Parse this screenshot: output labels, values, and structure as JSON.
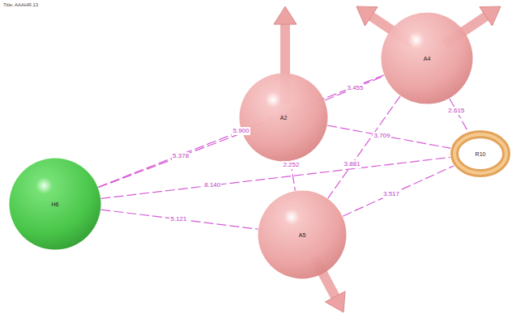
{
  "diagram": {
    "title": "Title: AAAHR.13",
    "nodes": [
      {
        "text": [
          "H6"
        ]
      },
      {
        "text": [
          "A2"
        ]
      },
      {
        "text": [
          "A4"
        ]
      },
      {
        "text": [
          "A5"
        ]
      },
      {
        "text": [
          "R10"
        ]
      }
    ],
    "edges": [
      {
        "from": 0,
        "to": 1,
        "arrow": "none",
        "label": "5.378"
      },
      {
        "from": 0,
        "to": 2,
        "arrow": "none",
        "label": "5.900"
      },
      {
        "from": 0,
        "to": 4,
        "arrow": "none",
        "label": "8.140"
      },
      {
        "from": 0,
        "to": 3,
        "arrow": "none",
        "label": "5.121"
      },
      {
        "from": 1,
        "to": 2,
        "arrow": "none",
        "label": "3.455"
      },
      {
        "from": 1,
        "to": 4,
        "arrow": "none",
        "label": "3.709"
      },
      {
        "from": 1,
        "to": 3,
        "arrow": "none",
        "label": "2.252"
      },
      {
        "from": 2,
        "to": 4,
        "arrow": "none",
        "label": "2.615"
      },
      {
        "from": 2,
        "to": 3,
        "arrow": "none",
        "label": "3.881"
      },
      {
        "from": 3,
        "to": 4,
        "arrow": "none",
        "label": "3.517"
      }
    ]
  }
}
